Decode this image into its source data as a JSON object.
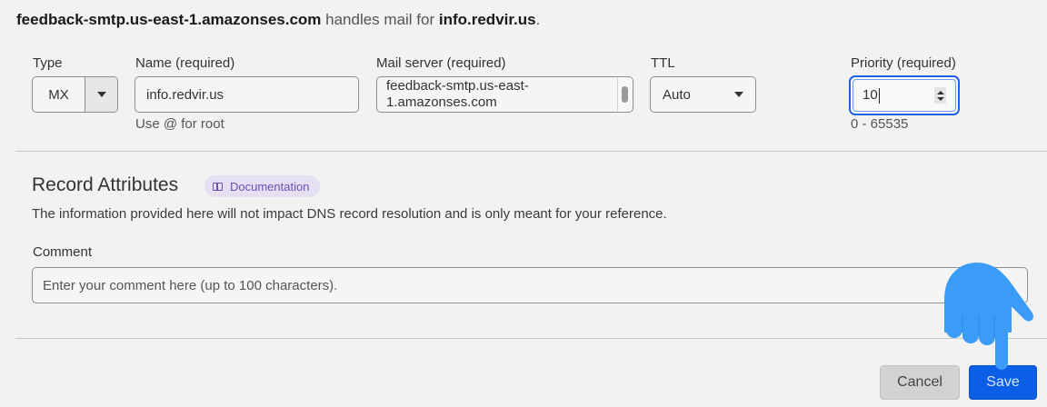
{
  "headline": {
    "server": "feedback-smtp.us-east-1.amazonses.com",
    "middle": " handles mail for ",
    "domain": "info.redvir.us",
    "suffix": "."
  },
  "form": {
    "type": {
      "label": "Type",
      "value": "MX"
    },
    "name": {
      "label": "Name (required)",
      "value": "info.redvir.us",
      "help": "Use @ for root"
    },
    "mail_server": {
      "label": "Mail server (required)",
      "value": "feedback-smtp.us-east-1.amazonses.com",
      "line1": "feedback-smtp.us-east-",
      "line2": "1.amazonses.com"
    },
    "ttl": {
      "label": "TTL",
      "value": "Auto"
    },
    "priority": {
      "label": "Priority (required)",
      "value": "10",
      "help": "0 - 65535"
    }
  },
  "record_attributes": {
    "title": "Record Attributes",
    "doc_badge": "Documentation",
    "description": "The information provided here will not impact DNS record resolution and is only meant for your reference.",
    "comment": {
      "label": "Comment",
      "placeholder": "Enter your comment here (up to 100 characters).",
      "value": ""
    }
  },
  "actions": {
    "cancel": "Cancel",
    "save": "Save"
  },
  "colors": {
    "accent": "#0b5fe6",
    "focus_ring": "#1a63e8",
    "badge_bg": "#e6e0f3",
    "badge_text": "#6a4fb6",
    "pointer_hand": "#3b9cf7"
  }
}
